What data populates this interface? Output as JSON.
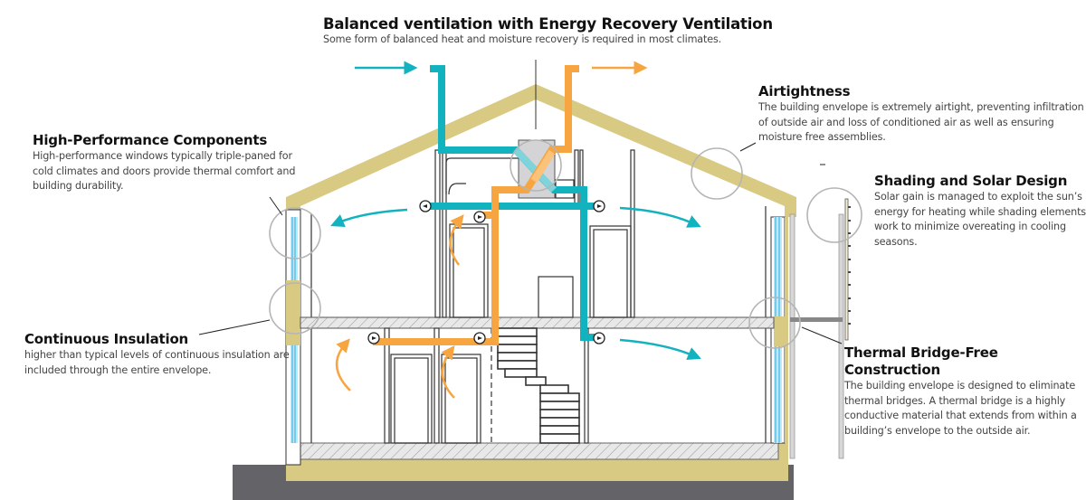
{
  "callouts": {
    "erv": {
      "title": "Balanced ventilation with Energy Recovery Ventilation",
      "body": "Some form of balanced heat and moisture recovery is required in most climates."
    },
    "airtightness": {
      "title": "Airtightness",
      "body": "The building envelope is extremely airtight, preventing infiltration of outside air and loss of conditioned air as well as ensuring moisture free assemblies."
    },
    "components": {
      "title": "High-Performance Components",
      "body": "High-performance windows typically triple-paned for cold climates and doors provide thermal comfort and building durability."
    },
    "shading": {
      "title": "Shading and Solar Design",
      "body": "Solar gain is managed to exploit the sun’s energy for heating while shading elements work to minimize overeating in cooling seasons."
    },
    "insulation": {
      "title": "Continuous Insulation",
      "body": "higher than typical levels of continuous insulation are included through the entire envelope."
    },
    "thermal_bridge": {
      "title": "Thermal Bridge-Free Construction",
      "body": "The building envelope is designed to eliminate thermal bridges. A thermal bridge is a highly conductive material that extends from within a building’s envelope to the outside air."
    }
  },
  "colors": {
    "fresh_air": "#12b2bf",
    "exhaust_air": "#f7a540",
    "insulation": "#d8c983",
    "ground": "#646468",
    "glazing": "#3fb8e8",
    "highlight_circle": "#b5b5b5"
  }
}
